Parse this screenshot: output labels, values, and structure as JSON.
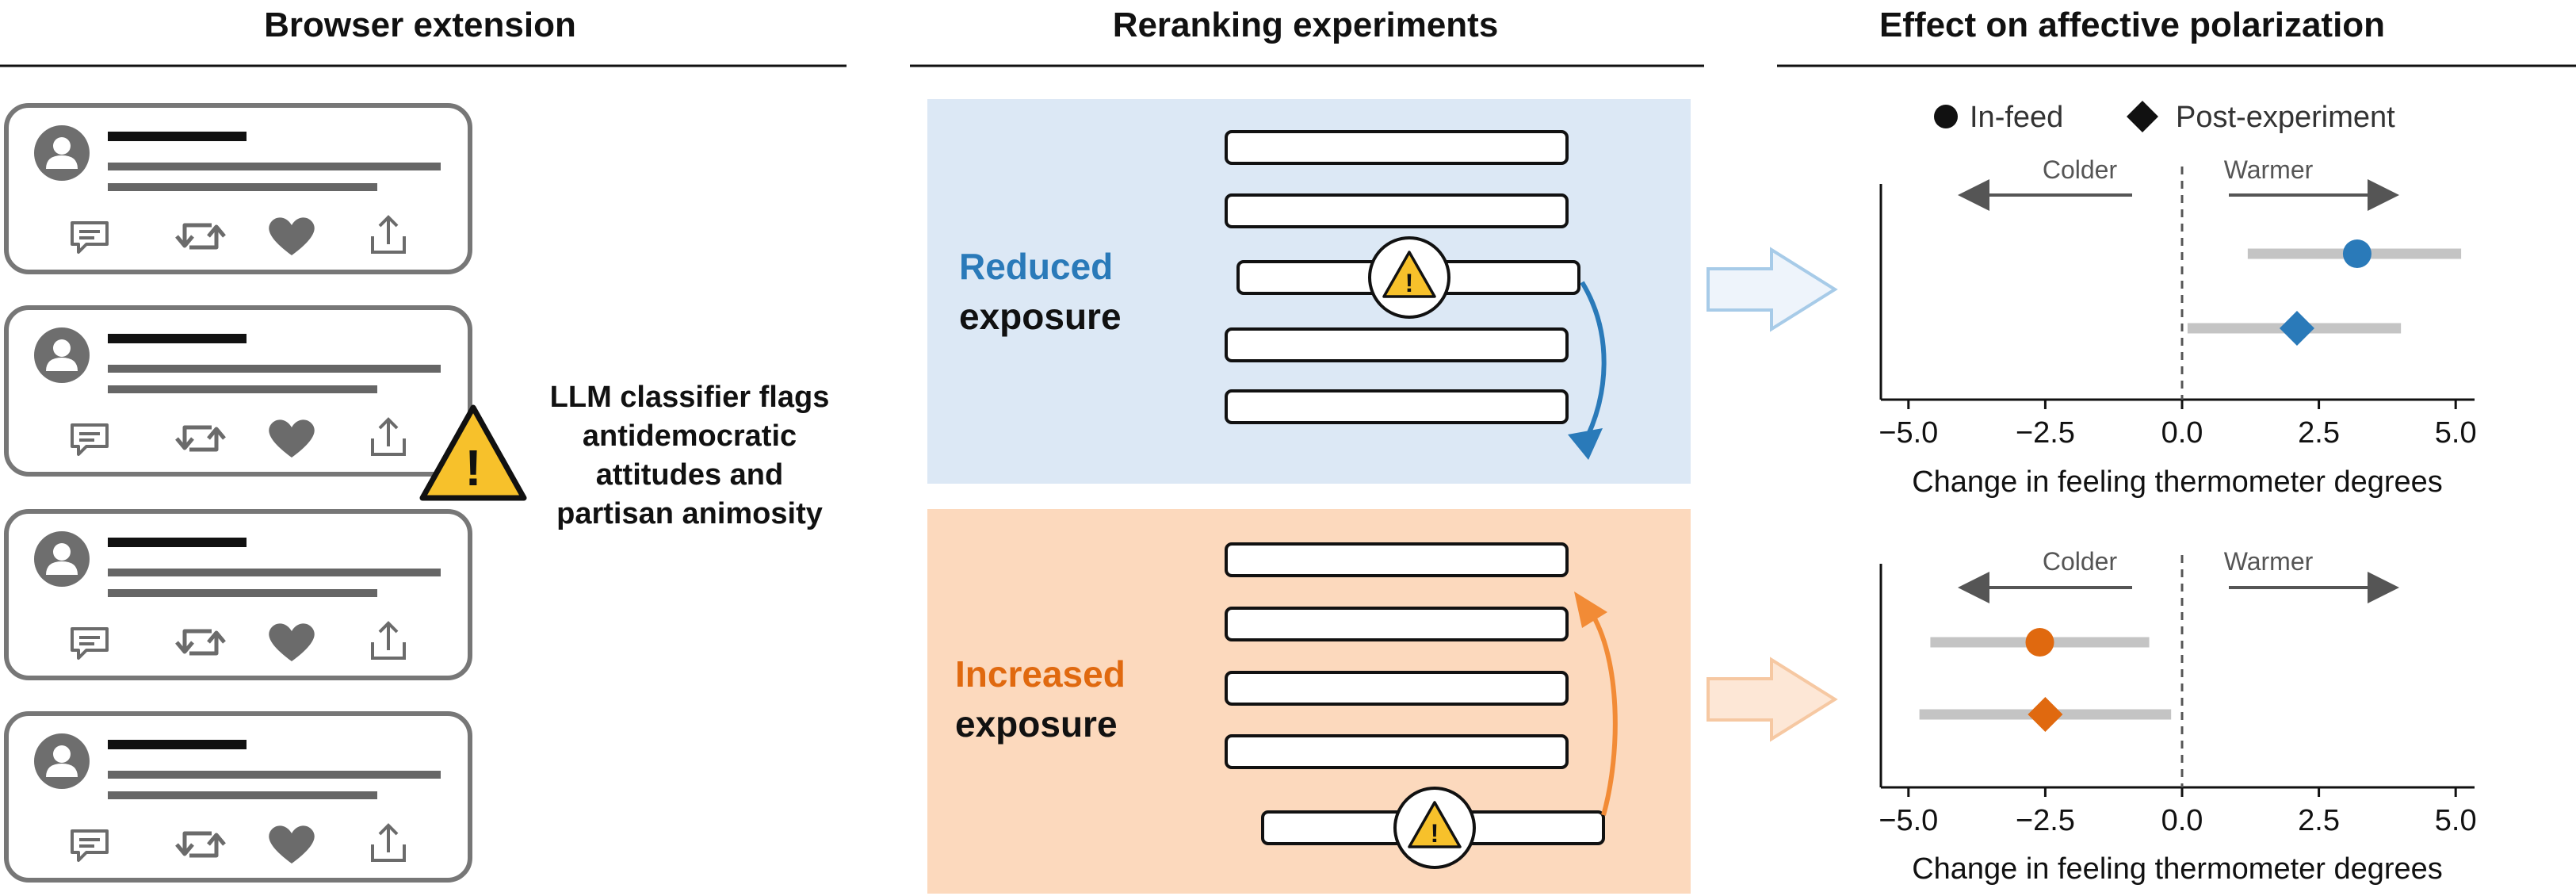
{
  "headers": {
    "browser_extension": "Browser extension",
    "reranking": "Reranking experiments",
    "effect": "Effect on affective polarization"
  },
  "classifier_text": [
    "LLM classifier flags",
    "antidemocratic",
    "attitudes and",
    "partisan animosity"
  ],
  "panels": {
    "reduced": {
      "word1": "Reduced",
      "word2": "exposure",
      "color": "#2a7ab9",
      "bg": "#dce8f5"
    },
    "increased": {
      "word1": "Increased",
      "word2": "exposure",
      "color": "#e0690f",
      "bg": "#fcd9bd"
    }
  },
  "icons": {
    "post_actions": [
      "comment-icon",
      "retweet-icon",
      "heart-icon",
      "share-icon"
    ],
    "avatar": "avatar-icon",
    "warning": "warning-icon"
  },
  "legend": {
    "in_feed": "In-feed",
    "post_experiment": "Post-experiment"
  },
  "direction": {
    "colder": "Colder",
    "warmer": "Warmer"
  },
  "chart_data": [
    {
      "type": "scatter",
      "xlabel": "Change in feeling thermometer degrees",
      "xlim": [
        -5.2,
        5.2
      ],
      "xticks": [
        "−5.0",
        "−2.5",
        "0.0",
        "2.5",
        "5.0"
      ],
      "series": [
        {
          "name": "In-feed",
          "marker": "circle",
          "color": "#2a7ab9",
          "estimate": 3.2,
          "ci": [
            1.2,
            5.1
          ]
        },
        {
          "name": "Post-experiment",
          "marker": "diamond",
          "color": "#2a7ab9",
          "estimate": 2.1,
          "ci": [
            0.1,
            4.0
          ]
        }
      ]
    },
    {
      "type": "scatter",
      "xlabel": "Change in feeling thermometer degrees",
      "xlim": [
        -5.2,
        5.2
      ],
      "xticks": [
        "−5.0",
        "−2.5",
        "0.0",
        "2.5",
        "5.0"
      ],
      "series": [
        {
          "name": "In-feed",
          "marker": "circle",
          "color": "#e0690f",
          "estimate": -2.6,
          "ci": [
            -4.6,
            -0.6
          ]
        },
        {
          "name": "Post-experiment",
          "marker": "diamond",
          "color": "#e0690f",
          "estimate": -2.5,
          "ci": [
            -4.8,
            -0.2
          ]
        }
      ]
    }
  ]
}
